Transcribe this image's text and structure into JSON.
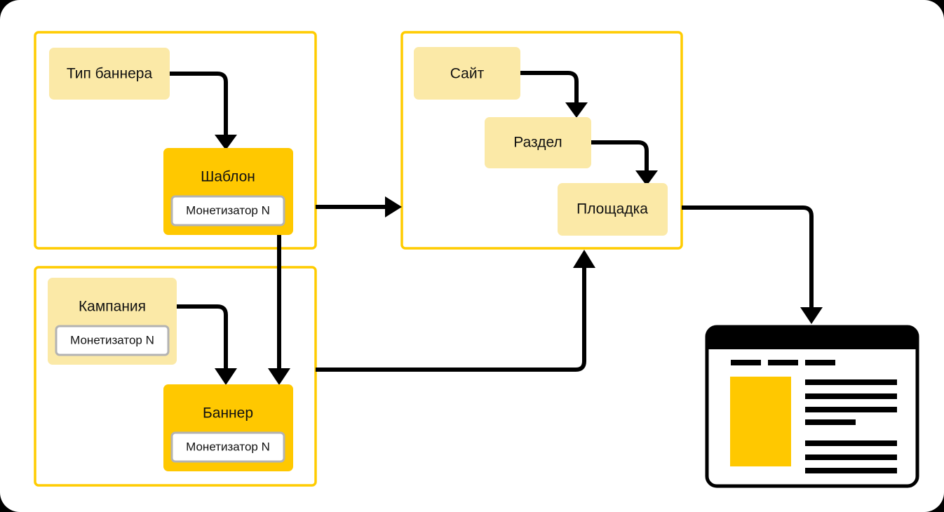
{
  "diagram": {
    "title": "Schema: banner template and campaign monetizers mapped to site placements",
    "colors": {
      "group_border": "#FFCC00",
      "node_light": "#FBE9A7",
      "node_strong": "#FFC800",
      "chip_border": "#B3B3B3",
      "chip_fill": "#FFFFFF",
      "connector": "#000000",
      "page_background": "#FFFFFF"
    },
    "groups": [
      {
        "id": "group-template",
        "name": "banner-template-group"
      },
      {
        "id": "group-campaign",
        "name": "campaign-banner-group"
      },
      {
        "id": "group-site",
        "name": "site-placement-group"
      }
    ],
    "nodes": {
      "banner_type": {
        "label": "Тип баннера"
      },
      "template": {
        "label": "Шаблон",
        "chip": "Монетизатор N"
      },
      "campaign": {
        "label": "Кампания",
        "chip": "Монетизатор N"
      },
      "banner": {
        "label": "Баннер",
        "chip": "Монетизатор N"
      },
      "site": {
        "label": "Сайт"
      },
      "section": {
        "label": "Раздел"
      },
      "placement": {
        "label": "Площадка"
      }
    },
    "browser_mock": {
      "name": "webpage-preview",
      "nav_items": 3,
      "ad_block": "yellow-ad-placeholder",
      "text_lines": 7
    },
    "connectors": [
      {
        "name": "banner-type-to-template",
        "from": "Тип баннера",
        "to": "Шаблон"
      },
      {
        "name": "template-to-site-group",
        "from": "Шаблон",
        "to": "Сайт/Раздел/Площадка"
      },
      {
        "name": "template-to-banner",
        "from": "Шаблон",
        "to": "Баннер"
      },
      {
        "name": "campaign-to-banner",
        "from": "Кампания",
        "to": "Баннер"
      },
      {
        "name": "banner-group-to-placement",
        "from": "Баннер",
        "to": "Площадка"
      },
      {
        "name": "site-to-section",
        "from": "Сайт",
        "to": "Раздел"
      },
      {
        "name": "section-to-placement",
        "from": "Раздел",
        "to": "Площадка"
      },
      {
        "name": "placement-to-webpage",
        "from": "Площадка",
        "to": "webpage-preview"
      }
    ]
  }
}
